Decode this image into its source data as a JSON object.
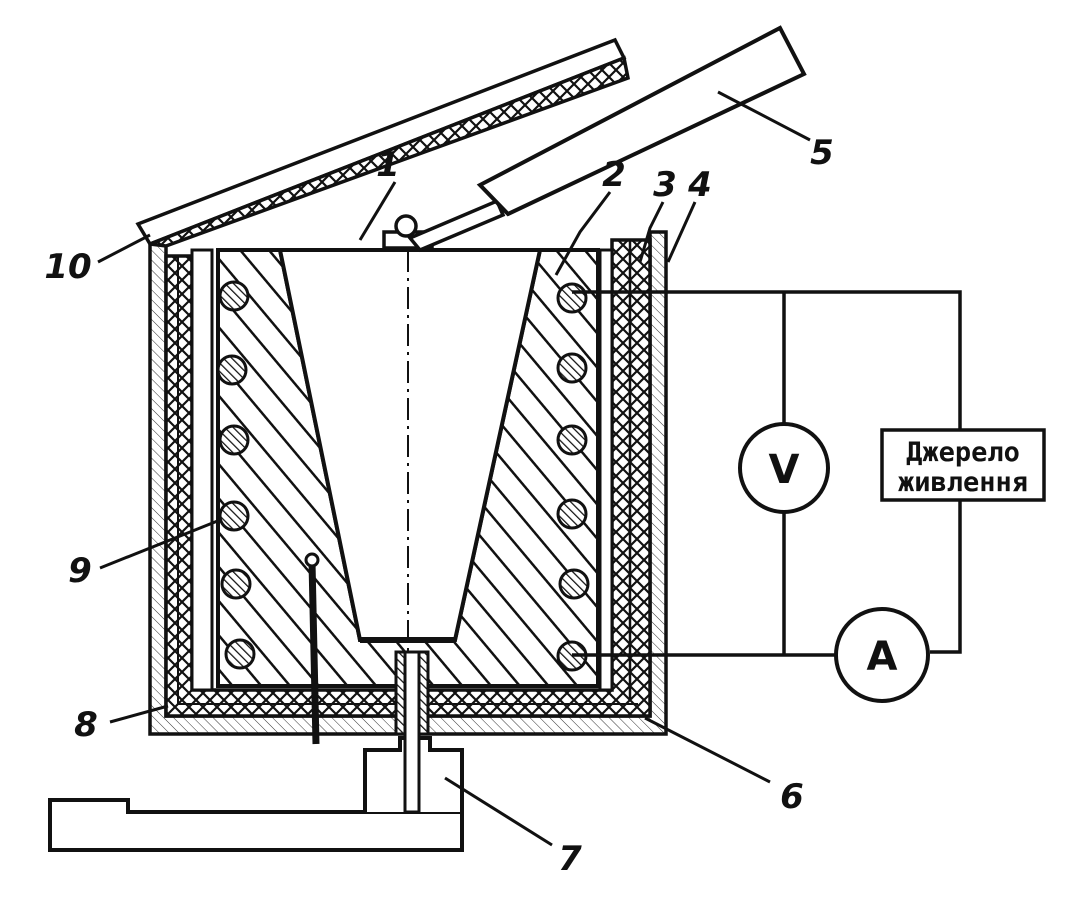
{
  "callouts": {
    "c1": "1",
    "c2": "2",
    "c3": "3",
    "c4": "4",
    "c5": "5",
    "c6": "6",
    "c7": "7",
    "c8": "8",
    "c9": "9",
    "c10": "10"
  },
  "meters": {
    "voltmeter": "V",
    "ammeter": "A"
  },
  "power_source": {
    "line1": "Джерело",
    "line2": "живлення"
  },
  "colors": {
    "ink": "#111111",
    "paper": "#ffffff"
  }
}
